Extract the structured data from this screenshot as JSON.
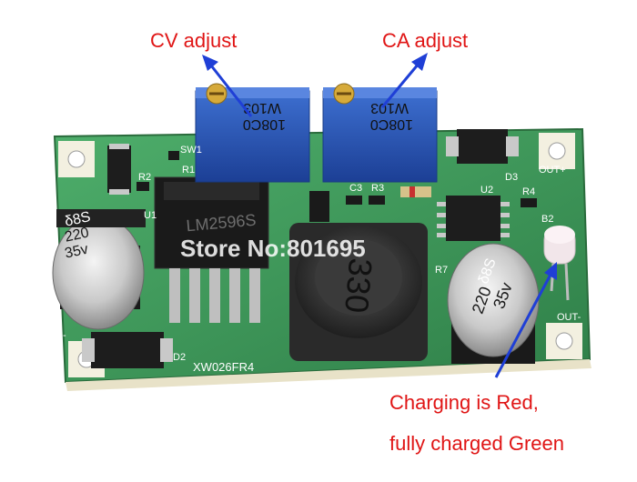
{
  "annotations": {
    "cv_adjust": "CV adjust",
    "ca_adjust": "CA adjust",
    "charging_line1": "Charging is Red,",
    "charging_line2": "fully charged Green"
  },
  "board": {
    "watermark": "Store No:801695",
    "pcb_code": "XW026FR4",
    "pot_left_code1": "W103",
    "pot_left_code2": "108C0",
    "pot_right_code1": "W103",
    "pot_right_code2": "108C0",
    "regulator_chip": "LM2596S",
    "inductor_value": "330",
    "cap_left_line1": "δ8S",
    "cap_left_line2": "220",
    "cap_left_line3": "35v",
    "cap_right_line1": "δ8S",
    "cap_right_line2": "220",
    "cap_right_line3": "35v",
    "silk_sw1": "SW1",
    "silk_r1": "R1",
    "silk_r2": "R2",
    "silk_u1": "U1",
    "silk_c3": "C3",
    "silk_r3": "R3",
    "silk_u2": "U2",
    "silk_r4": "R4",
    "silk_b2": "B2",
    "silk_d3": "D3",
    "silk_d2": "D2",
    "silk_r7": "R7",
    "silk_out_plus": "OUT+",
    "silk_out_minus": "OUT-",
    "silk_in_minus": "IN-"
  },
  "colors": {
    "label_red": "#e01515",
    "arrow_blue": "#1f3fd6",
    "pcb_green": "#3f9a5a",
    "pot_blue": "#2a55b8"
  }
}
